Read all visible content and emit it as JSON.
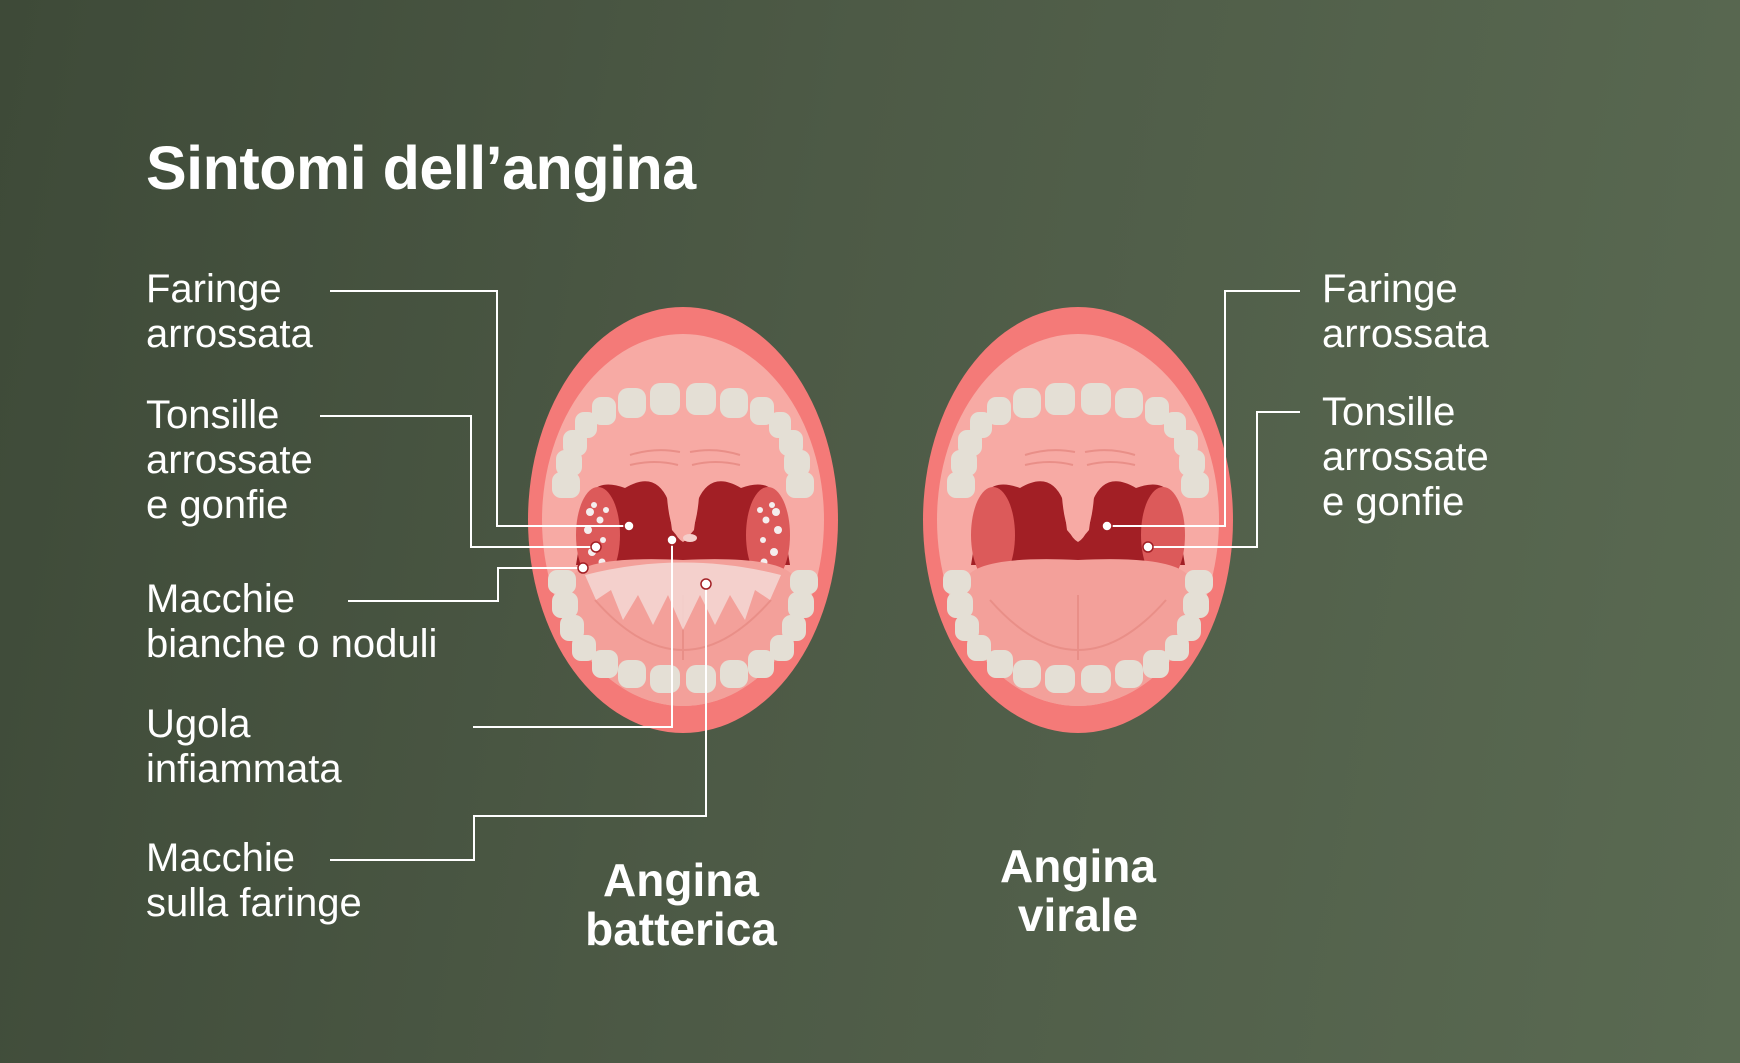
{
  "title": "Sintomi dell’angina",
  "left_labels": [
    {
      "text": "Faringe\narrossata"
    },
    {
      "text": "Tonsille\narrossate\ne gonfie"
    },
    {
      "text": "Macchie\nbianche o noduli"
    },
    {
      "text": "Ugola\ninfiammata"
    },
    {
      "text": "Macchie\nsulla faringe"
    }
  ],
  "right_labels": [
    {
      "text": "Faringe\narrossata"
    },
    {
      "text": "Tonsille\narrossate\ne gonfie"
    }
  ],
  "captions": {
    "bacterial": "Angina\nbatterica",
    "viral": "Angina\nvirale"
  },
  "colors": {
    "lip": "#f47a78",
    "mouth_inner": "#f7a9a3",
    "palate_line": "#e98f88",
    "throat": "#a21f25",
    "tonsil": "#dc5a5a",
    "tongue": "#f3a09a",
    "teeth": "#e4dfd5",
    "white_spots": "#f4eeee",
    "leader_line": "#ffffff"
  }
}
